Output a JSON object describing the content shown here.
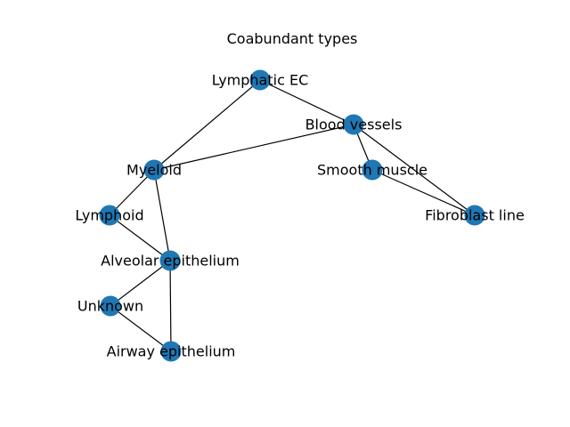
{
  "title": "Coabundant types",
  "colors": {
    "node": "#1f77b4",
    "edge": "#000000",
    "label": "#000000",
    "background": "#ffffff"
  },
  "nodes": [
    {
      "id": "lymphatic-ec",
      "label": "Lymphatic EC"
    },
    {
      "id": "blood-vessels",
      "label": "Blood vessels"
    },
    {
      "id": "myeloid",
      "label": "Myeloid"
    },
    {
      "id": "smooth-muscle",
      "label": "Smooth muscle"
    },
    {
      "id": "lymphoid",
      "label": "Lymphoid"
    },
    {
      "id": "fibroblast-line",
      "label": "Fibroblast line"
    },
    {
      "id": "alveolar-epithelium",
      "label": "Alveolar epithelium"
    },
    {
      "id": "unknown",
      "label": "Unknown"
    },
    {
      "id": "airway-epithelium",
      "label": "Airway epithelium"
    }
  ],
  "edges": [
    [
      "lymphatic-ec",
      "blood-vessels"
    ],
    [
      "lymphatic-ec",
      "myeloid"
    ],
    [
      "blood-vessels",
      "myeloid"
    ],
    [
      "blood-vessels",
      "smooth-muscle"
    ],
    [
      "blood-vessels",
      "fibroblast-line"
    ],
    [
      "smooth-muscle",
      "fibroblast-line"
    ],
    [
      "myeloid",
      "lymphoid"
    ],
    [
      "myeloid",
      "alveolar-epithelium"
    ],
    [
      "lymphoid",
      "alveolar-epithelium"
    ],
    [
      "alveolar-epithelium",
      "unknown"
    ],
    [
      "alveolar-epithelium",
      "airway-epithelium"
    ],
    [
      "unknown",
      "airway-epithelium"
    ]
  ]
}
